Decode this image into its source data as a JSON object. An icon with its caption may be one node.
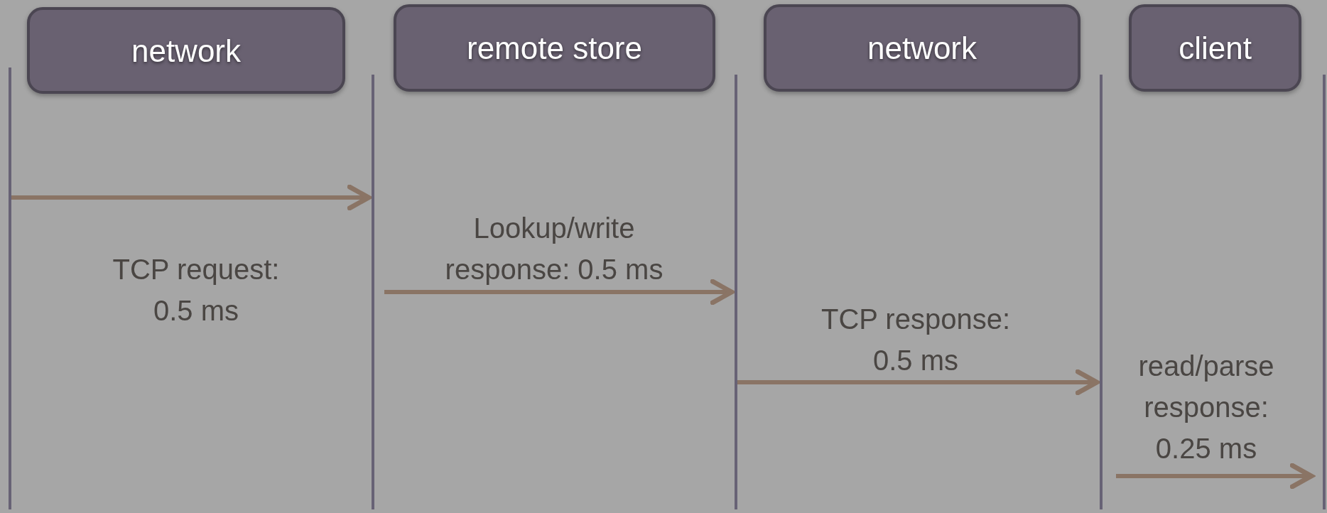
{
  "diagram": {
    "nodes": [
      {
        "text": [
          "network"
        ]
      },
      {
        "text": [
          "remote store"
        ]
      },
      {
        "text": [
          "network"
        ]
      },
      {
        "text": [
          "client"
        ]
      },
      {
        "text": [],
        "shape": "bar"
      },
      {
        "text": [],
        "shape": "bar"
      },
      {
        "text": [],
        "shape": "bar"
      },
      {
        "text": [],
        "shape": "bar"
      },
      {
        "text": [],
        "shape": "bar"
      }
    ],
    "edges": [
      {
        "from": 4,
        "to": 5,
        "arrow": "to",
        "label": "TCP request: 0.5 ms"
      },
      {
        "from": 5,
        "to": 6,
        "arrow": "to",
        "label": "Lookup/write response: 0.5 ms"
      },
      {
        "from": 6,
        "to": 7,
        "arrow": "to",
        "label": "TCP response: 0.5 ms"
      },
      {
        "from": 7,
        "to": 8,
        "arrow": "to",
        "label": "read/parse response: 0.25 ms"
      }
    ]
  }
}
